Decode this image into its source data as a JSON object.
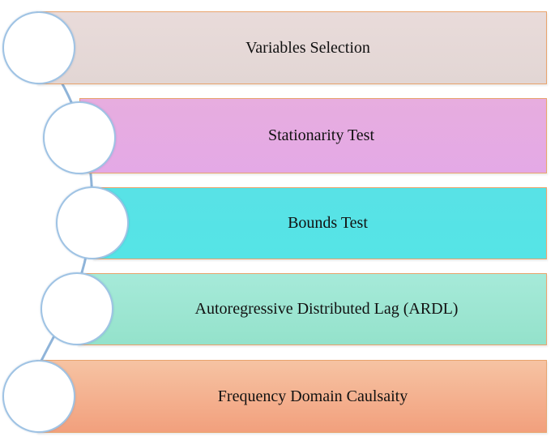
{
  "steps": [
    {
      "label": "Variables Selection",
      "color": "#e6d8d7"
    },
    {
      "label": "Stationarity Test",
      "color": "#e5aae3"
    },
    {
      "label": "Bounds Test",
      "color": "#57e3e6"
    },
    {
      "label": "Autoregressive Distributed Lag (ARDL)",
      "color": "#9de6d2"
    },
    {
      "label": "Frequency Domain Caulsaity",
      "color": "#f4b190"
    }
  ],
  "colors": {
    "step_border": "#e8a36c",
    "bullet_border": "#9fc3e4",
    "connector": "#8fb4d9"
  }
}
